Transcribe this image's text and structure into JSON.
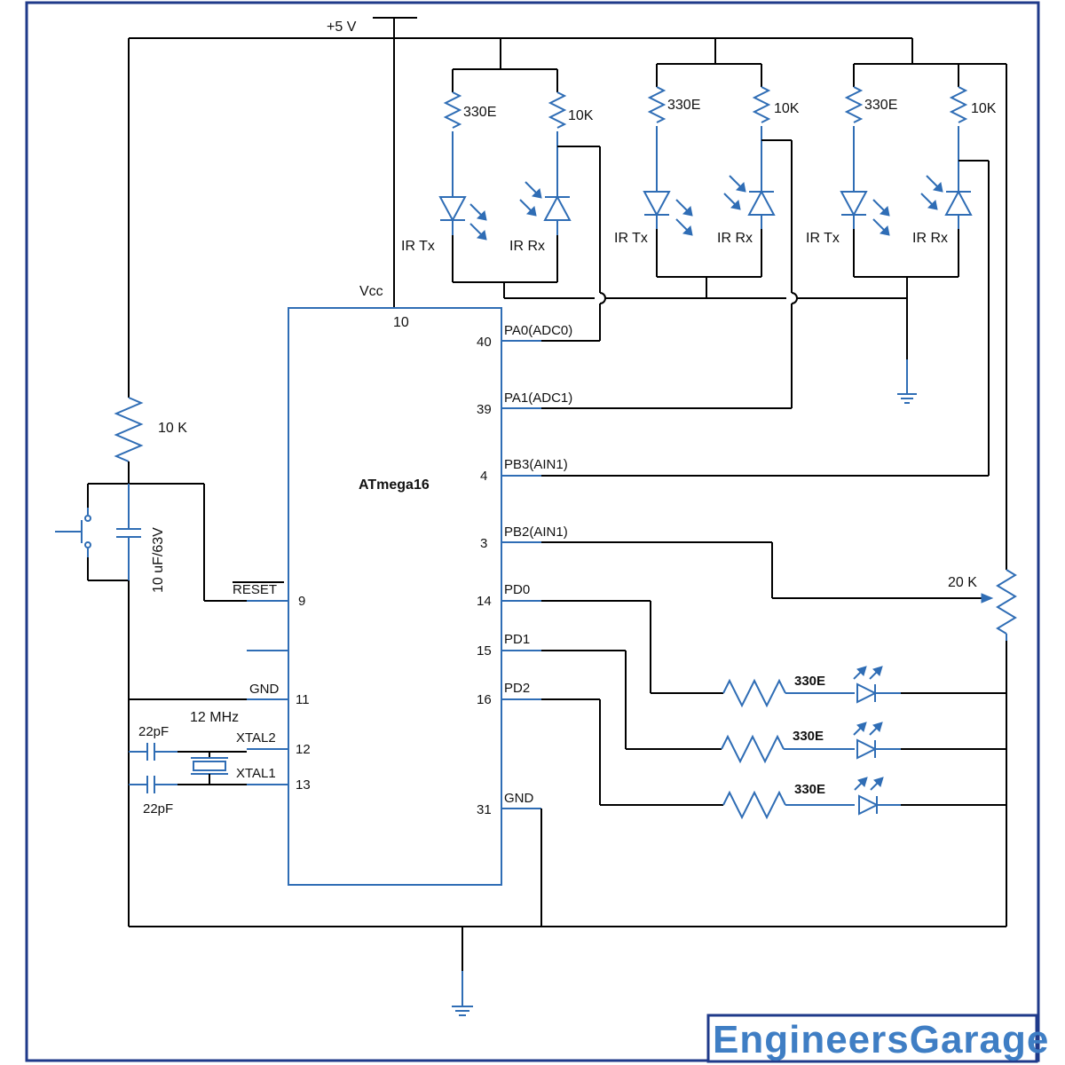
{
  "supply": {
    "label": "+5 V"
  },
  "mcu": {
    "name": "ATmega16",
    "vcc_label": "Vcc",
    "pins": {
      "vcc": "10",
      "pa0_num": "40",
      "pa0": "PA0(ADC0)",
      "pa1_num": "39",
      "pa1": "PA1(ADC1)",
      "pb3_num": "4",
      "pb3": "PB3(AIN1)",
      "pb2_num": "3",
      "pb2": "PB2(AIN1)",
      "pd0_num": "14",
      "pd0": "PD0",
      "pd1_num": "15",
      "pd1": "PD1",
      "pd2_num": "16",
      "pd2": "PD2",
      "gnd_r_num": "31",
      "gnd_r": "GND",
      "reset_num": "9",
      "reset": "RESET",
      "gnd_l_num": "11",
      "gnd_l": "GND",
      "xtal2_num": "12",
      "xtal2": "XTAL2",
      "xtal1_num": "13",
      "xtal1": "XTAL1"
    }
  },
  "sensors": [
    {
      "r_tx": "330E",
      "r_rx": "10K",
      "tx": "IR Tx",
      "rx": "IR Rx"
    },
    {
      "r_tx": "330E",
      "r_rx": "10K",
      "tx": "IR Tx",
      "rx": "IR Rx"
    },
    {
      "r_tx": "330E",
      "r_rx": "10K",
      "tx": "IR Tx",
      "rx": "IR Rx"
    }
  ],
  "reset_circuit": {
    "resistor": "10 K",
    "capacitor": "10 uF/63V"
  },
  "crystal": {
    "freq": "12 MHz",
    "cap1": "22pF",
    "cap2": "22pF"
  },
  "pot": {
    "label": "20 K"
  },
  "leds": [
    {
      "resistor": "330E"
    },
    {
      "resistor": "330E"
    },
    {
      "resistor": "330E"
    }
  ],
  "brand": {
    "text": "EngineersGarage"
  }
}
